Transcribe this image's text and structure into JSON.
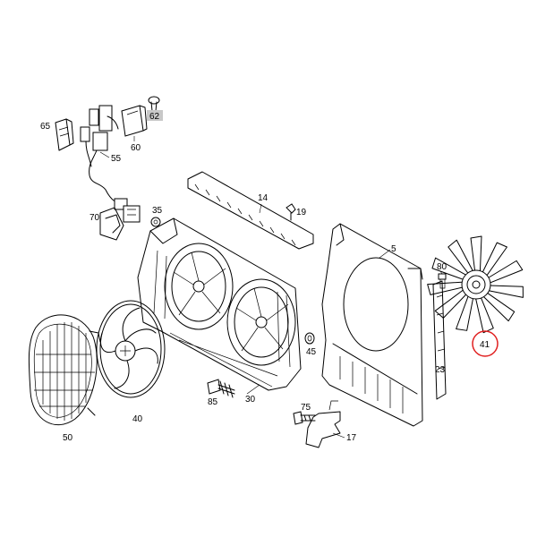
{
  "diagram": {
    "labels": {
      "p65": "65",
      "p55": "55",
      "p60": "60",
      "p62": "62",
      "p70": "70",
      "p35": "35",
      "p14": "14",
      "p19": "19",
      "p5": "5",
      "p80": "80",
      "p41": "41",
      "p23": "23",
      "p45": "45",
      "p30": "30",
      "p85": "85",
      "p75": "75",
      "p17": "17",
      "p40": "40",
      "p50": "50"
    },
    "colors": {
      "line": "#000000",
      "highlight_circle": "#e02020",
      "label_62_box": "#c8c8c8"
    }
  }
}
